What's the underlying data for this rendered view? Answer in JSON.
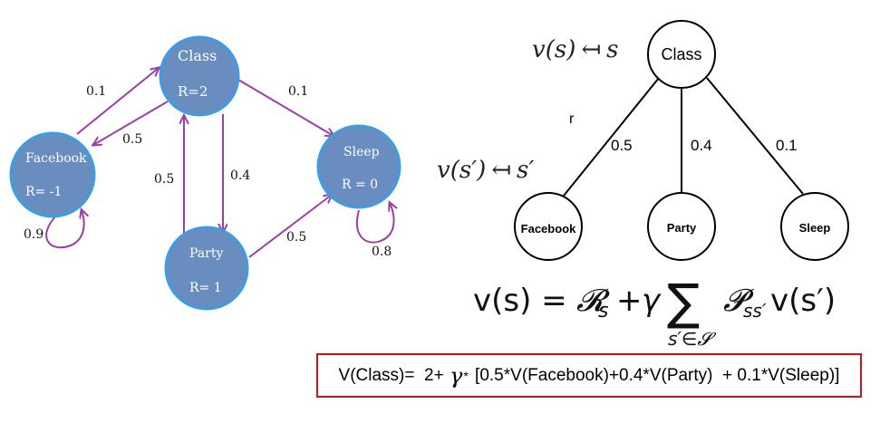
{
  "mrp": {
    "states": [
      {
        "id": "class",
        "name": "Class",
        "reward": "R=2"
      },
      {
        "id": "facebook",
        "name": "Facebook",
        "reward": "R= -1"
      },
      {
        "id": "sleep",
        "name": "Sleep",
        "reward": "R = 0"
      },
      {
        "id": "party",
        "name": "Party",
        "reward": "R= 1"
      }
    ],
    "transitions": [
      {
        "from": "Facebook",
        "to": "Class",
        "label": "0.1"
      },
      {
        "from": "Class",
        "to": "Facebook",
        "label": "0.5"
      },
      {
        "from": "Class",
        "to": "Sleep",
        "label": "0.1"
      },
      {
        "from": "Class",
        "to": "Party",
        "label": "0.4"
      },
      {
        "from": "Party",
        "to": "Class",
        "label": "0.5"
      },
      {
        "from": "Party",
        "to": "Sleep",
        "label": "0.5"
      },
      {
        "from": "Facebook",
        "to": "Facebook",
        "label": "0.9"
      },
      {
        "from": "Sleep",
        "to": "Sleep",
        "label": "0.8"
      }
    ],
    "colors": {
      "node_fill": "#6a8dc0",
      "node_stroke": "#3d9de0",
      "edge": "#9b3fa4"
    }
  },
  "backup_tree": {
    "root_label": "Class",
    "reward_label": "r",
    "children": [
      {
        "label": "Facebook",
        "prob": "0.5"
      },
      {
        "label": "Party",
        "prob": "0.4"
      },
      {
        "label": "Sleep",
        "prob": "0.1"
      }
    ],
    "annotation_top": {
      "v": "v",
      "arg": "(s)",
      "arrow": "↤",
      "target": "s"
    },
    "annotation_mid": {
      "v": "v",
      "arg": "(s′)",
      "arrow": "↤",
      "target": "s′"
    }
  },
  "bellman_equation": {
    "lhs": "v(s) =",
    "reward_term": "𝓡",
    "reward_sub": "s",
    "plus": "+",
    "gamma": "γ",
    "sum": "∑",
    "sum_sub": "s′∈𝓢",
    "trans": "𝓟",
    "trans_sub": "ss′",
    "value": "v(s′)"
  },
  "worked_formula": {
    "prefix": "V(Class)=  2+ ",
    "gamma": "γ",
    "star": "*",
    "body": " [0.5*V(Facebook)+0.4*V(Party)  + 0.1*V(Sleep)]",
    "border_color": "#d0101b"
  }
}
